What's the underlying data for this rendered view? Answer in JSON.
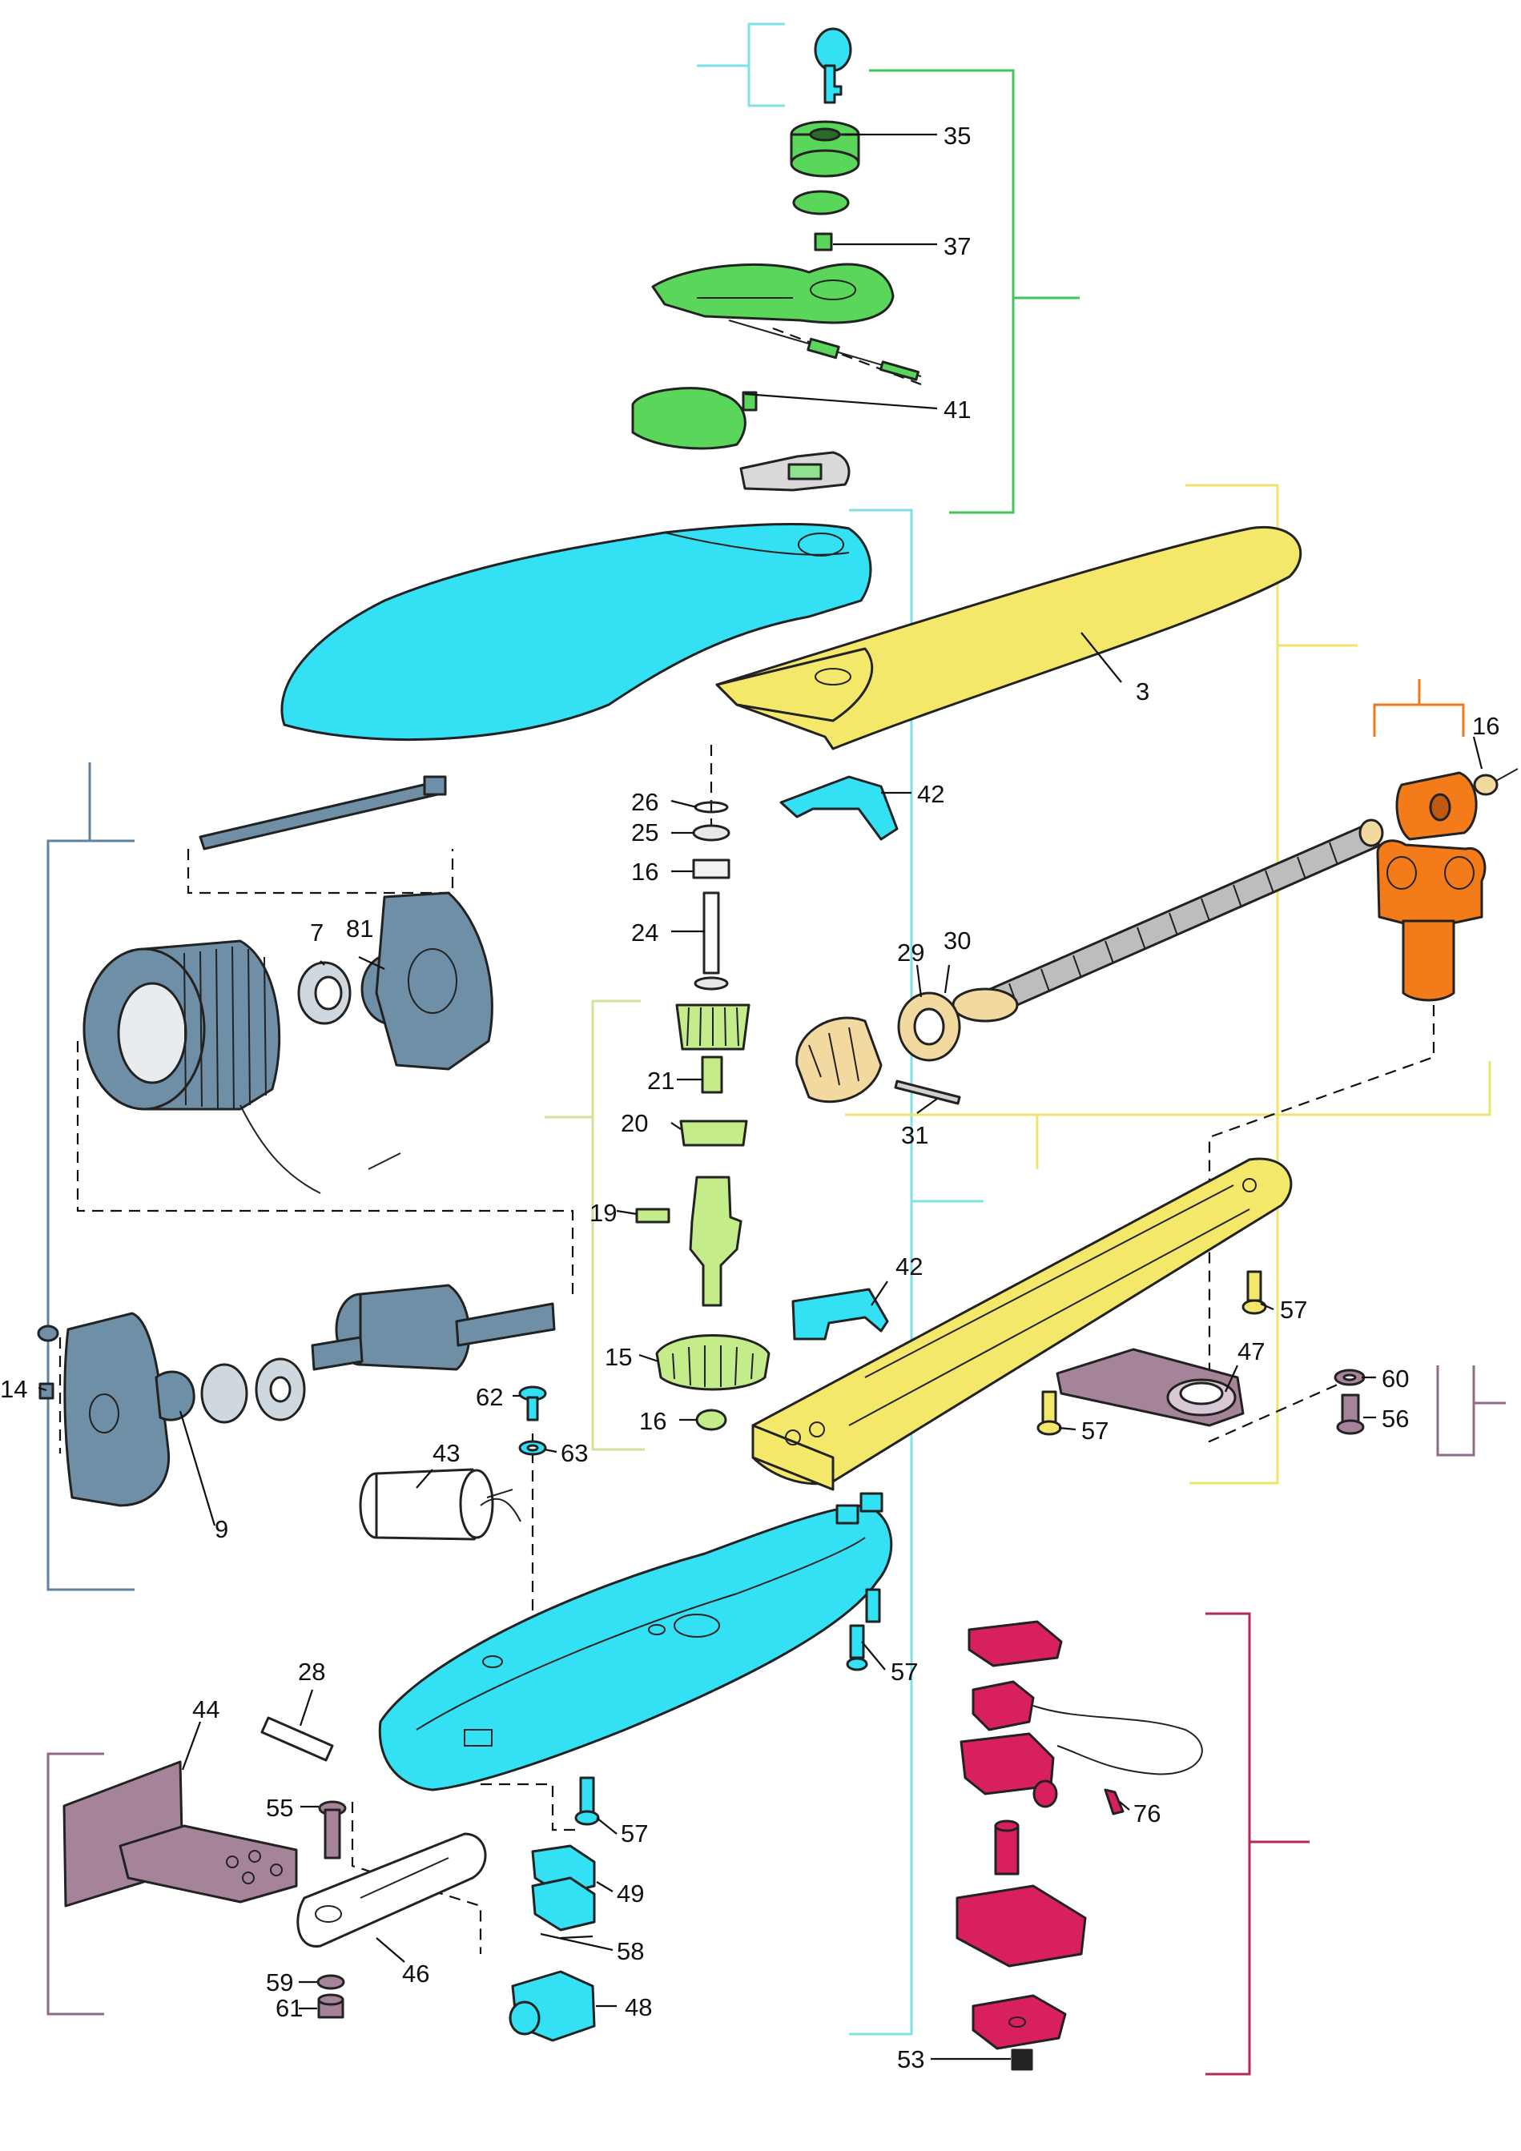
{
  "colors": {
    "cyan": "#33e0f4",
    "yellow": "#f4e86a",
    "green": "#5ad75a",
    "lightgreen": "#c4ec8a",
    "orange": "#f47b1a",
    "slate": "#6f8fa6",
    "beige": "#f2d9a0",
    "magenta": "#d8205e",
    "mauve": "#a5849a",
    "bracket_green": "#3ec75c",
    "bracket_cyan": "#7fe0e6",
    "bracket_yellow": "#f1e46a",
    "bracket_lightgreen": "#cfe59a",
    "bracket_slate": "#5f82a0",
    "bracket_orange": "#ee7a1c",
    "bracket_magenta": "#b3275c",
    "bracket_mauve": "#8e6a86"
  },
  "parts": {
    "key": "key",
    "lock_cylinder": "lock-cylinder",
    "lock_cover": "lock-cover",
    "release_lever": "release-lever",
    "lever_pin": "lever-pin",
    "release_cap": "release-cap",
    "release_plate": "release-plate",
    "upper_cover": "upper-cover",
    "yellow_cover": "yellow-cover",
    "guide_clip": "guide-clip",
    "worm_screw": "worm-screw",
    "nut_block": "nut-block",
    "fork_bracket": "fork-bracket",
    "motor_stator": "motor-stator",
    "motor_rotor": "motor-rotor",
    "motor_flange": "motor-flange",
    "end_shield": "end-shield",
    "capacitor": "capacitor",
    "drive_shaft": "drive-shaft",
    "bevel_gear": "bevel-gear",
    "yellow_chassis": "yellow-chassis",
    "base_plate": "base-plate",
    "lower_housing": "lower-housing",
    "wall_bracket": "wall-bracket",
    "link_arm": "link-arm",
    "pin_28": "pin",
    "connector_48": "connector",
    "connector_base_49": "connector-base",
    "limit_switch_assembly": "limit-switch-assembly"
  },
  "labels": [
    {
      "id": "l35",
      "text": "35"
    },
    {
      "id": "l37",
      "text": "37"
    },
    {
      "id": "l41",
      "text": "41"
    },
    {
      "id": "l3",
      "text": "3"
    },
    {
      "id": "l16a",
      "text": "16"
    },
    {
      "id": "l26",
      "text": "26"
    },
    {
      "id": "l25",
      "text": "25"
    },
    {
      "id": "l16b",
      "text": "16"
    },
    {
      "id": "l42a",
      "text": "42"
    },
    {
      "id": "l24",
      "text": "24"
    },
    {
      "id": "l7",
      "text": "7"
    },
    {
      "id": "l81",
      "text": "81"
    },
    {
      "id": "l29",
      "text": "29"
    },
    {
      "id": "l30",
      "text": "30"
    },
    {
      "id": "l21",
      "text": "21"
    },
    {
      "id": "l31",
      "text": "31"
    },
    {
      "id": "l20",
      "text": "20"
    },
    {
      "id": "l19",
      "text": "19"
    },
    {
      "id": "l42b",
      "text": "42"
    },
    {
      "id": "l57a",
      "text": "57"
    },
    {
      "id": "l15",
      "text": "15"
    },
    {
      "id": "l47",
      "text": "47"
    },
    {
      "id": "l60",
      "text": "60"
    },
    {
      "id": "l14",
      "text": "14"
    },
    {
      "id": "l62",
      "text": "62"
    },
    {
      "id": "l16c",
      "text": "16"
    },
    {
      "id": "l57b",
      "text": "57"
    },
    {
      "id": "l56",
      "text": "56"
    },
    {
      "id": "l63",
      "text": "63"
    },
    {
      "id": "l43",
      "text": "43"
    },
    {
      "id": "l9",
      "text": "9"
    },
    {
      "id": "l57c",
      "text": "57"
    },
    {
      "id": "l28",
      "text": "28"
    },
    {
      "id": "l44",
      "text": "44"
    },
    {
      "id": "l76",
      "text": "76"
    },
    {
      "id": "l55",
      "text": "55"
    },
    {
      "id": "l57d",
      "text": "57"
    },
    {
      "id": "l49",
      "text": "49"
    },
    {
      "id": "l58",
      "text": "58"
    },
    {
      "id": "l46",
      "text": "46"
    },
    {
      "id": "l59",
      "text": "59"
    },
    {
      "id": "l61",
      "text": "61"
    },
    {
      "id": "l48",
      "text": "48"
    },
    {
      "id": "l53",
      "text": "53"
    }
  ]
}
